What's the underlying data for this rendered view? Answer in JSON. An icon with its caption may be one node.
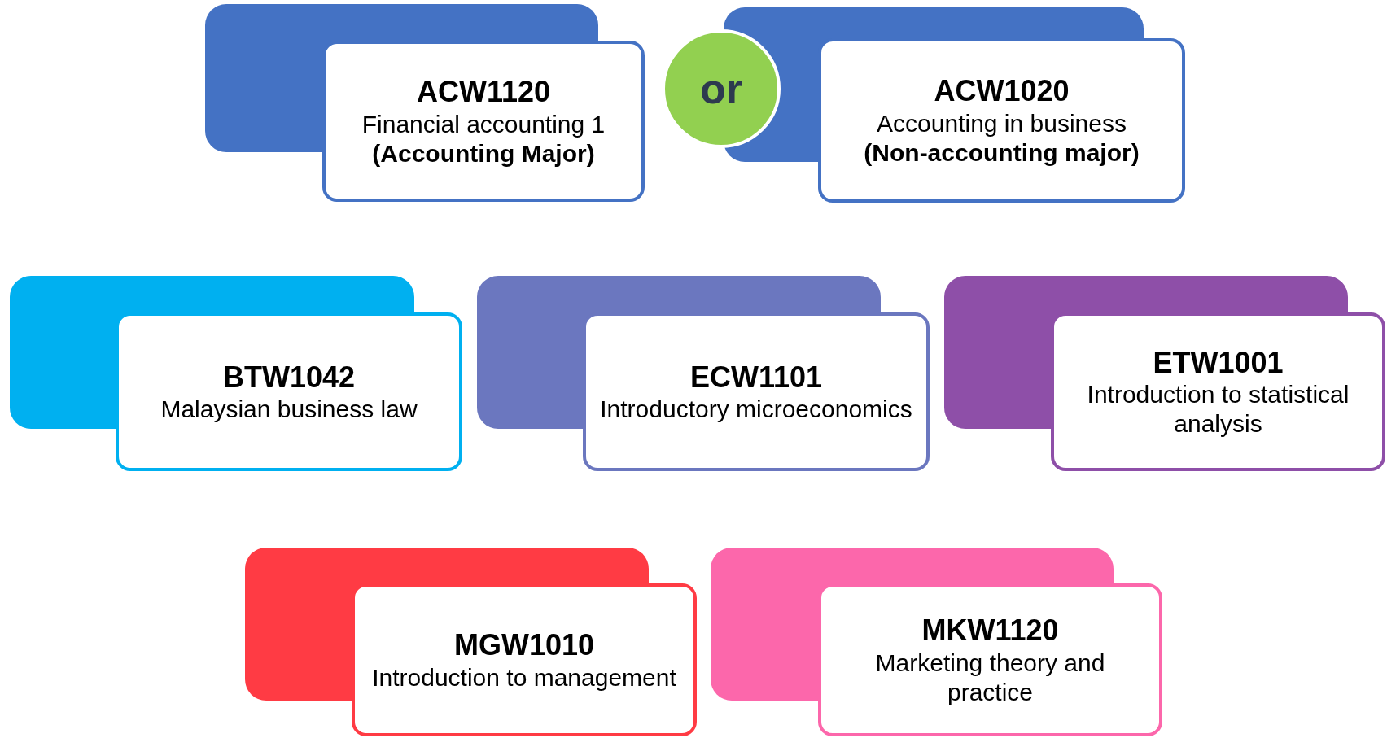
{
  "diagram": {
    "nodes": [
      {
        "text": [
          "ACW1120",
          "Financial accounting 1",
          "(Accounting Major)"
        ]
      },
      {
        "text": [
          "or"
        ]
      },
      {
        "text": [
          "ACW1020",
          "Accounting in business",
          "(Non-accounting major)"
        ]
      },
      {
        "text": [
          "BTW1042",
          "Malaysian business law"
        ]
      },
      {
        "text": [
          "ECW1101",
          "Introductory microeconomics"
        ]
      },
      {
        "text": [
          "ETW1001",
          "Introduction to statistical analysis"
        ]
      },
      {
        "text": [
          "MGW1010",
          "Introduction to management"
        ]
      },
      {
        "text": [
          "MKW1120",
          "Marketing theory and practice"
        ]
      }
    ]
  }
}
